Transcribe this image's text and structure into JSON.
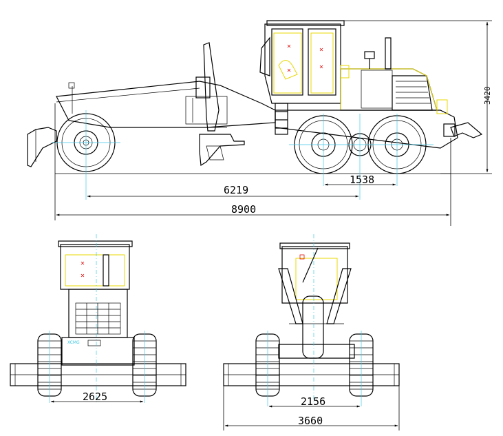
{
  "dimensions": {
    "side_wheelbase": "6219",
    "side_tandem": "1538",
    "side_total_length": "8900",
    "side_height": "3420",
    "front_track": "2625",
    "rear_track": "2156",
    "rear_blade_width": "3660"
  },
  "brand_mark": "XCMG",
  "colors": {
    "line": "#000000",
    "center": "#3fc8e6",
    "highlight": "#e8d800",
    "marker": "#e01010"
  }
}
